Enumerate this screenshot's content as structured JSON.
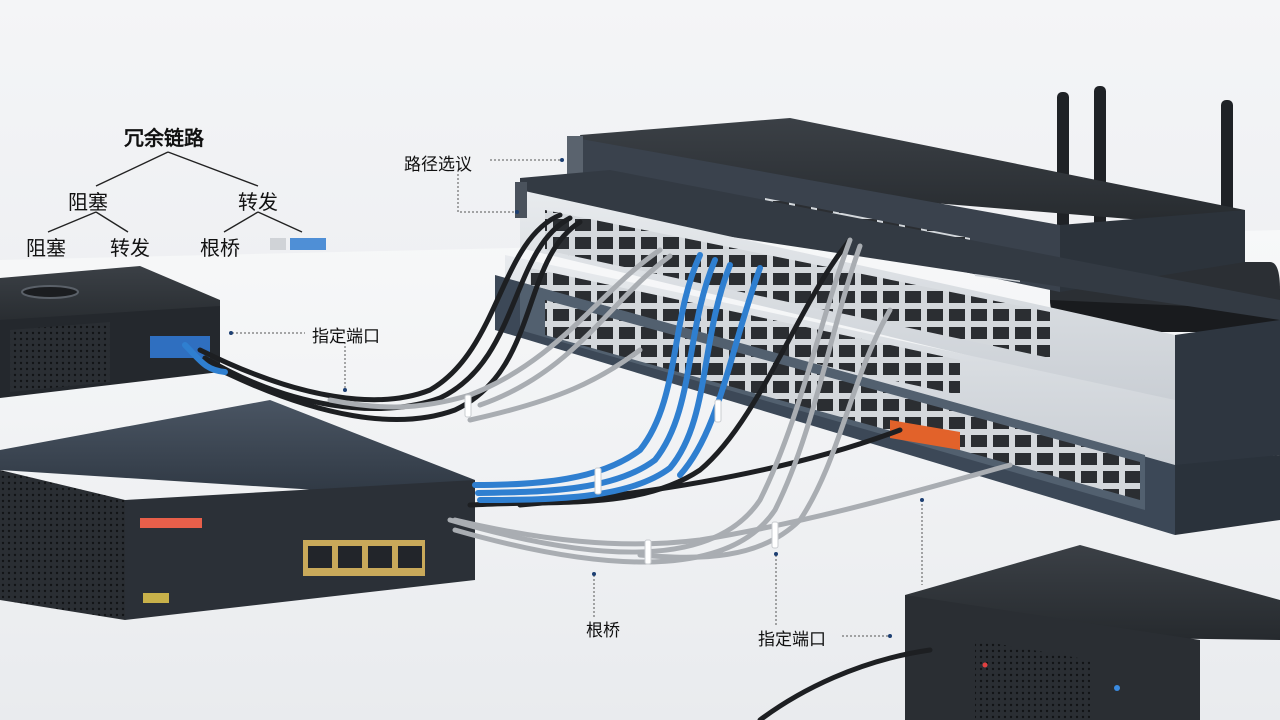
{
  "tree": {
    "title": "冗余链路",
    "left": "阻塞",
    "right": "转发",
    "left_left": "阻塞",
    "left_right": "转发",
    "right_left": "根桥"
  },
  "callouts": {
    "path_election": "路径选议",
    "designated_port_1": "指定端口",
    "root_bridge": "根桥",
    "designated_port_2": "指定端口"
  },
  "colors": {
    "cable_blue": "#2f7fd0",
    "cable_gray": "#a9adb2",
    "cable_black": "#1d1f22",
    "cable_orange": "#e2622a",
    "device_dark": "#2d3034",
    "device_silver": "#d9dde2"
  }
}
